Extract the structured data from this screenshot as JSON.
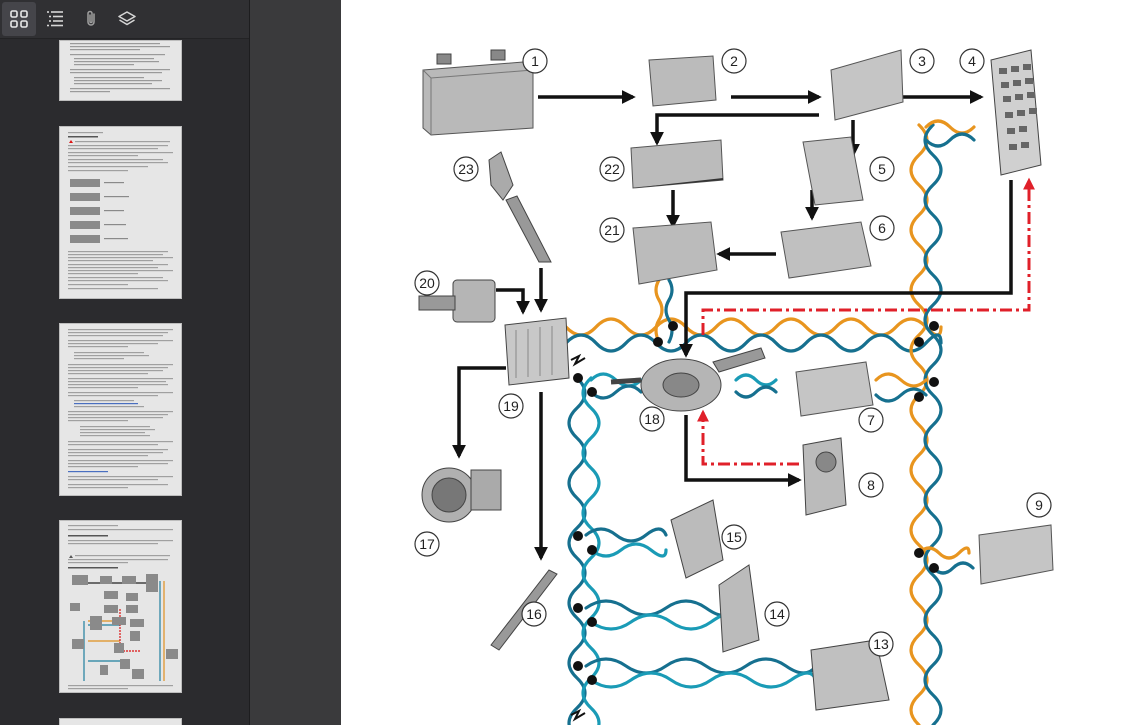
{
  "toolbar": {
    "buttons": [
      {
        "name": "thumbnails-view",
        "icon": "grid-icon",
        "active": true
      },
      {
        "name": "outline-view",
        "icon": "list-icon",
        "active": false
      },
      {
        "name": "attachments-view",
        "icon": "paperclip-icon",
        "active": false
      },
      {
        "name": "layers-view",
        "icon": "layers-icon",
        "active": false
      }
    ]
  },
  "thumbnails": [
    {
      "page": "1",
      "state": "partial-top"
    },
    {
      "page": "2"
    },
    {
      "page": "3"
    },
    {
      "page": "4",
      "state": "current"
    },
    {
      "page": "5",
      "state": "partial-bottom"
    }
  ],
  "diagram": {
    "labels": [
      "1",
      "2",
      "3",
      "4",
      "5",
      "6",
      "7",
      "8",
      "9",
      "13",
      "14",
      "15",
      "16",
      "17",
      "19",
      "18",
      "20",
      "21",
      "22",
      "23"
    ]
  }
}
